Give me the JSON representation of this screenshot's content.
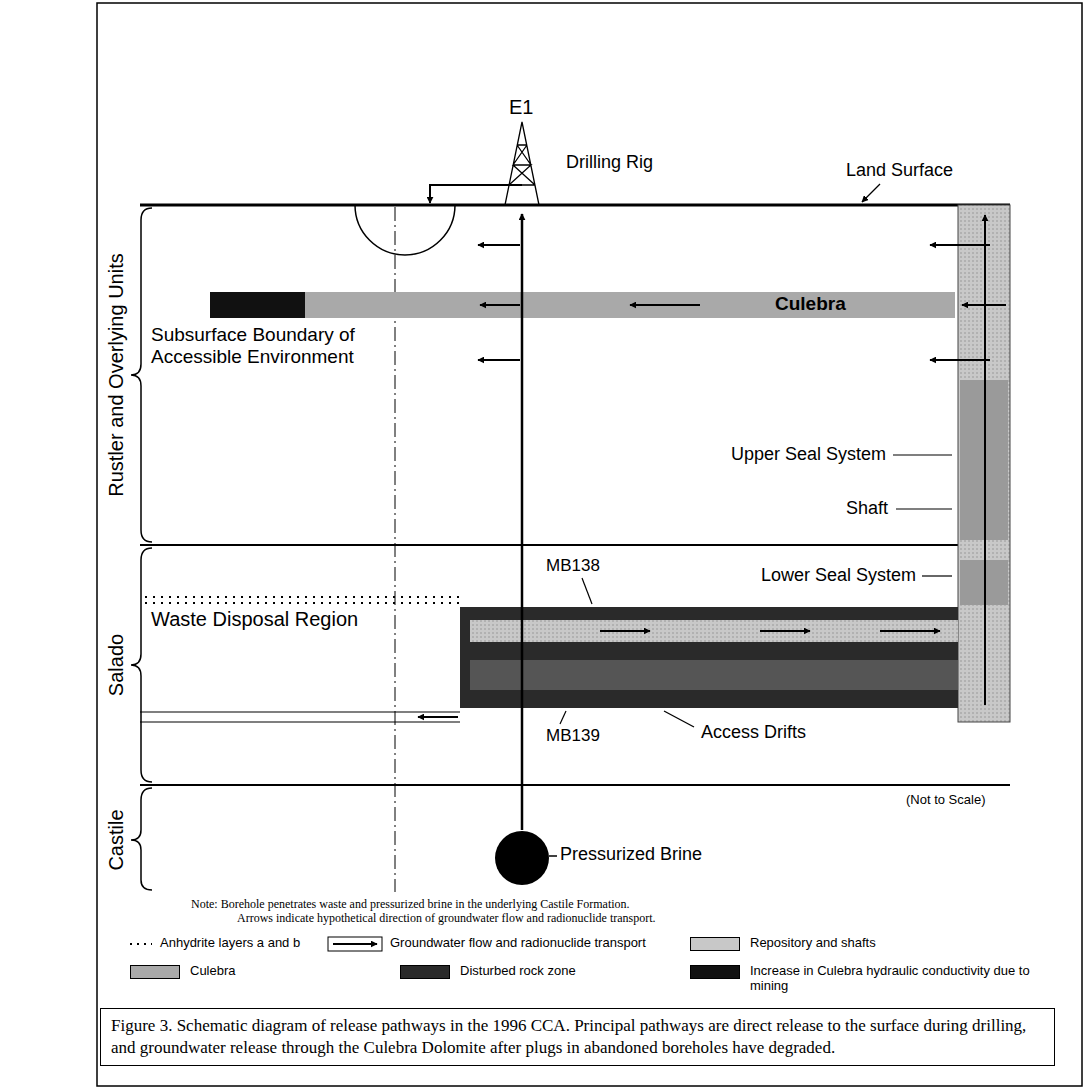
{
  "diagram": {
    "caption": "Figure 3. Schematic diagram of release pathways in the 1996 CCA. Principal pathways are direct release to the surface during drilling, and groundwater release through the Culebra Dolomite after plugs in abandoned boreholes have degraded.",
    "nodes": [
      {
        "text": [
          "Culebra"
        ]
      },
      {
        "text": [
          "Pressurized Brine"
        ]
      }
    ],
    "labels": [
      "E1",
      "Drilling Rig",
      "Land Surface",
      "Rustler and Overlying Units",
      "Subsurface Boundary of Accessible Environment",
      "Upper Seal System",
      "Shaft",
      "Lower Seal System",
      "Salado",
      "MB138",
      "Waste Disposal Region",
      "MB139",
      "Access Drifts",
      "Castile",
      "(Not to Scale)",
      "Note: Borehole penetrates waste and pressurized brine in the underlying Castile Formation.",
      "Arrows indicate hypothetical direction of groundwater flow and radionuclide transport."
    ],
    "legend": [
      {
        "text": "Anhydrite layers a and b"
      },
      {
        "text": "Groundwater flow and radionuclide transport"
      },
      {
        "text": "Repository and shafts",
        "color": "#c8c8c8"
      },
      {
        "text": "Culebra",
        "color": "#a9a9a9"
      },
      {
        "text": "Disturbed rock zone",
        "color": "#2a2a2a"
      },
      {
        "text": "Increase in Culebra hydraulic conductivity due to mining",
        "color": "#111111"
      }
    ]
  }
}
